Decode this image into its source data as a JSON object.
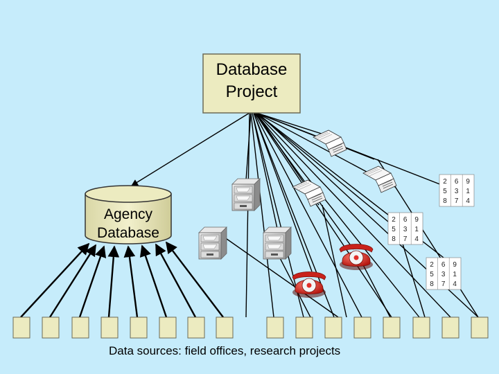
{
  "project": {
    "line1": "Database",
    "line2": "Project"
  },
  "agency": {
    "line1": "Agency",
    "line2": "Database"
  },
  "caption": "Data sources:  field offices, research projects",
  "number_grid": {
    "rows": [
      [
        "2",
        "6",
        "9"
      ],
      [
        "5",
        "3",
        "1"
      ],
      [
        "8",
        "7",
        "4"
      ]
    ]
  },
  "colors": {
    "background": "#c6ecfb",
    "box_fill": "#ecebc0",
    "box_stroke": "#6b6a55",
    "line": "#000000",
    "phone": "#e0302a"
  },
  "icons": {
    "cabinet": "file-cabinet-icon",
    "phone": "telephone-icon",
    "document": "document-icon",
    "grid": "number-grid-icon"
  }
}
